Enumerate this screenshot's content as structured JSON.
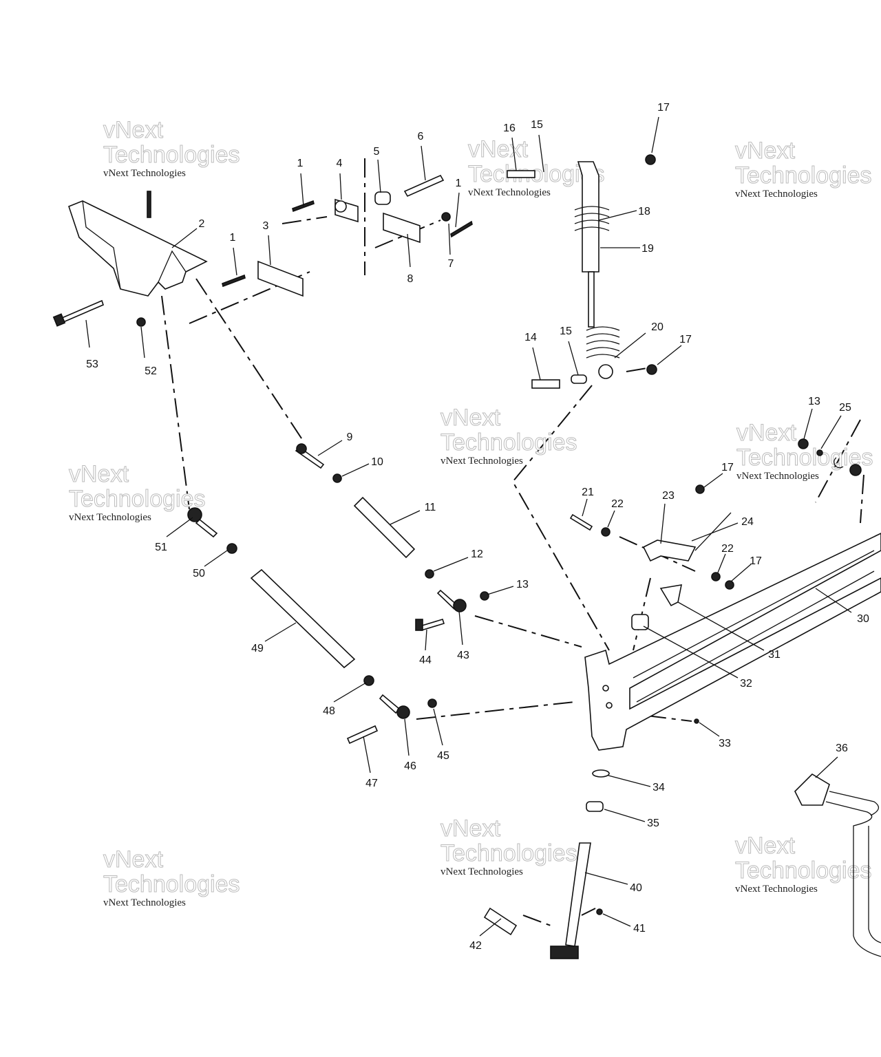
{
  "watermark": {
    "big_top": "vNext",
    "big_bottom": "Technologies",
    "small": "vNext Technologies"
  },
  "labels": [
    "17",
    "16",
    "15",
    "1",
    "4",
    "5",
    "6",
    "1",
    "2",
    "3",
    "18",
    "19",
    "1",
    "8",
    "7",
    "53",
    "52",
    "14",
    "15",
    "20",
    "17",
    "13",
    "25",
    "9",
    "10",
    "17",
    "11",
    "21",
    "22",
    "23",
    "24",
    "51",
    "50",
    "12",
    "22",
    "17",
    "13",
    "30",
    "31",
    "49",
    "44",
    "43",
    "32",
    "48",
    "33",
    "45",
    "46",
    "47",
    "36",
    "34",
    "35",
    "40",
    "41",
    "42"
  ]
}
